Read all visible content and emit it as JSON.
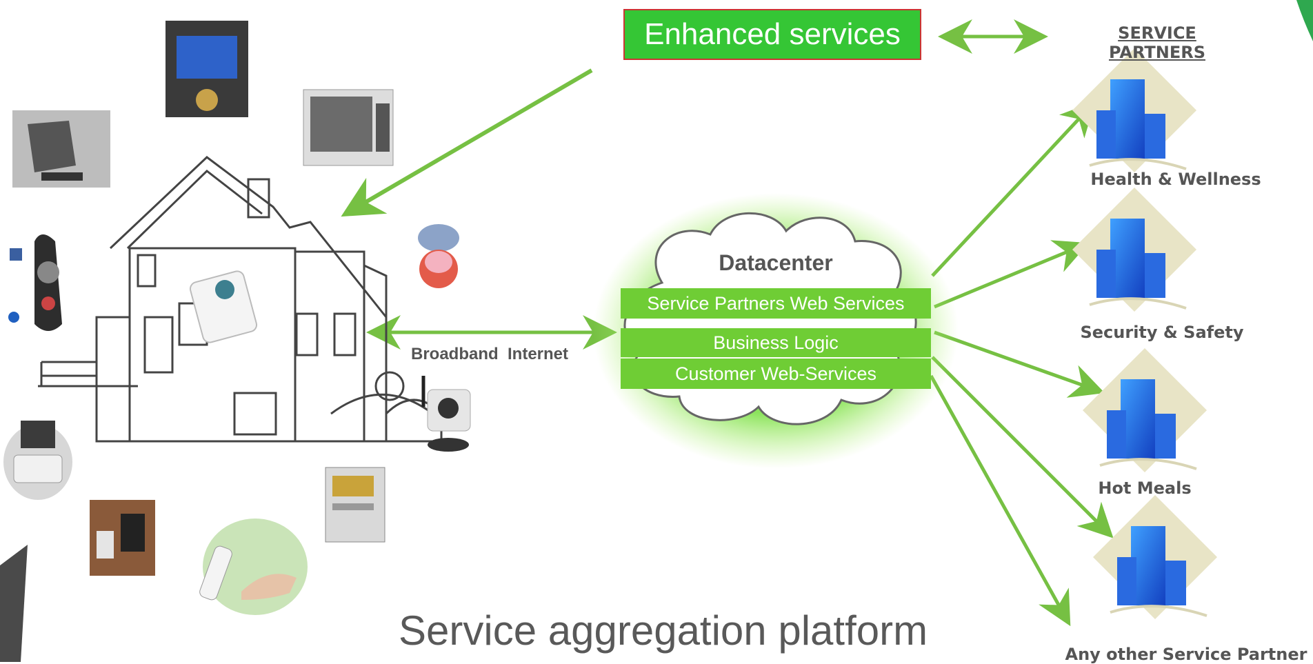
{
  "enhanced_services": "Enhanced services",
  "service_partners_title": "SERVICE PARTNERS",
  "partners": [
    "Health & Wellness",
    "Security & Safety",
    "Hot Meals",
    "Any other Service Partner"
  ],
  "datacenter": {
    "title": "Datacenter",
    "layers": [
      "Service Partners Web Services",
      "Business Logic",
      "Customer Web-Services"
    ]
  },
  "connection_label": "Broadband  Internet",
  "platform_title": "Service aggregation platform",
  "colors": {
    "accent_green": "#76c043",
    "header_green": "#35c635",
    "text_gray": "#555555"
  },
  "icons": [
    "building-icon",
    "cloud-icon",
    "house-drawing",
    "gateway-device-icon",
    "tv-icon",
    "touchscreen-icon",
    "wall-panel-icon",
    "remote-pendant-icon",
    "smoke-detector-icon",
    "ip-camera-icon",
    "blood-pressure-monitor-icon",
    "door-sensor-icon",
    "energy-meter-icon",
    "pulse-oximeter-icon"
  ]
}
